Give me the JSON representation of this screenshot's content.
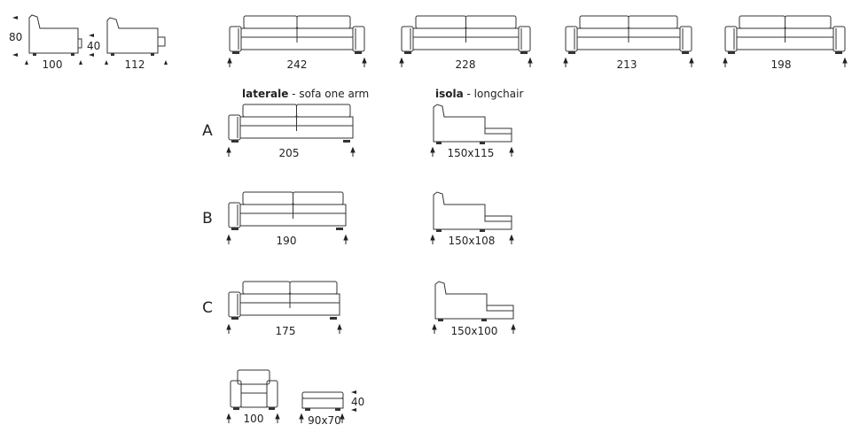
{
  "section_titles": {
    "laterale_bold": "laterale",
    "laterale_rest": " - sofa one arm",
    "isola_bold": "isola",
    "isola_rest": " - longchair"
  },
  "row_letters": [
    "A",
    "B",
    "C"
  ],
  "side_views": {
    "height": "80",
    "seat_height": "40",
    "depth_1": "100",
    "depth_2": "112"
  },
  "sofas": [
    "242",
    "228",
    "213",
    "198"
  ],
  "laterale": [
    "205",
    "190",
    "175"
  ],
  "isola": [
    "150x115",
    "150x108",
    "150x100"
  ],
  "armchair": "100",
  "ottoman": {
    "size": "90x70",
    "height": "40"
  }
}
